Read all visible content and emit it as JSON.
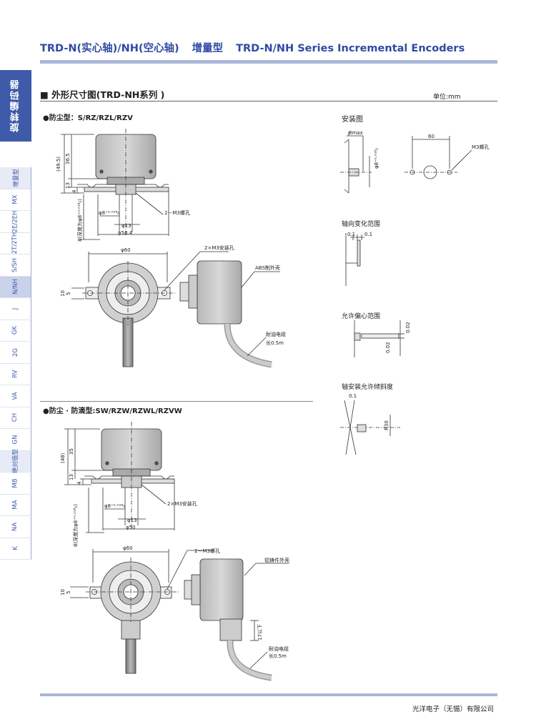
{
  "header": {
    "title_cn": "TRD-N(实心轴)/NH(空心轴)",
    "type_cn": "增量型",
    "title_en": "TRD-N/NH  Series Incremental Encoders"
  },
  "sidebar": {
    "category": "旋转编码器",
    "tabs": [
      {
        "label": "增量型",
        "state": "light"
      },
      {
        "label": "MX",
        "state": "normal"
      },
      {
        "label": "2E/2EH",
        "state": "normal"
      },
      {
        "label": "2T/2TH",
        "state": "normal"
      },
      {
        "label": "S/SH",
        "state": "normal"
      },
      {
        "label": "N/NH",
        "state": "active"
      },
      {
        "label": "J",
        "state": "normal"
      },
      {
        "label": "GK",
        "state": "normal"
      },
      {
        "label": "2G",
        "state": "normal"
      },
      {
        "label": "RV",
        "state": "normal"
      },
      {
        "label": "VA",
        "state": "normal"
      },
      {
        "label": "CH",
        "state": "normal"
      },
      {
        "label": "GN",
        "state": "normal"
      },
      {
        "label": "绝对值型",
        "state": "light"
      },
      {
        "label": "MB",
        "state": "normal"
      },
      {
        "label": "MA",
        "state": "normal"
      },
      {
        "label": "NA",
        "state": "normal"
      },
      {
        "label": "K",
        "state": "normal"
      }
    ]
  },
  "section": {
    "title": "■ 外形尺寸图(TRD-NH系列 )",
    "unit": "单位:mm"
  },
  "drawing1": {
    "subtitle": "●防尘型：S/RZ/RZL/RZV",
    "dim_495": "(49.5)",
    "dim_365": "36.5",
    "dim_13": "13",
    "dim_4": "4",
    "dim_hole": "8(深度为φ8⁺⁰·⁰¹⁸₀)",
    "dim_phi8": "φ8⁺⁰·⁰¹⁸₀",
    "dim_phi13": "φ13",
    "dim_phi504": "φ50.4",
    "screw": "2－M3螺孔",
    "dim_phi60": "φ60",
    "mount_holes": "2×M3安装孔",
    "case": "ABS制外壳",
    "dim_10": "10",
    "dim_5": "5",
    "cable": "耐油电缆",
    "cable_len": "长0.5m"
  },
  "drawing2": {
    "subtitle": "●防尘 · 防滴型:SW/RZW/RZWL/RZVW",
    "dim_48": "(48)",
    "dim_35": "35",
    "dim_13": "13",
    "dim_4": "4",
    "dim_phi8": "φ8⁺⁰·⁰¹⁸₀",
    "mount_holes": "2×M3安装孔",
    "dim_phi13": "φ13",
    "dim_phi50": "φ50",
    "dim_hole": "8(深度为φ8⁺⁰·⁰¹⁸₀)",
    "dim_phi60": "φ60",
    "screw": "2－M3螺孔",
    "case": "铝铸件外壳",
    "dim_10": "10",
    "dim_5": "5",
    "dim_17": "17以下",
    "cable": "耐油电缆",
    "cable_len": "长0.5m"
  },
  "right": {
    "install_title": "安装图",
    "dim_8max": "8max",
    "dim_60": "60",
    "dim_phi8": "φ8⁺⁰·⁰¹⁸₀",
    "m3": "M3螺孔",
    "axial_title": "轴向变化范围",
    "axial_01a": "0.1",
    "axial_01b": "0.1",
    "ecc_title": "允许偏心范围",
    "ecc_002a": "0.02",
    "ecc_002b": "0.02",
    "tilt_title": "轴安装允许倾斜度",
    "tilt_01": "0.1",
    "tilt_r30": "R30"
  },
  "footer": {
    "company": "光洋电子（无锡）有限公司"
  }
}
